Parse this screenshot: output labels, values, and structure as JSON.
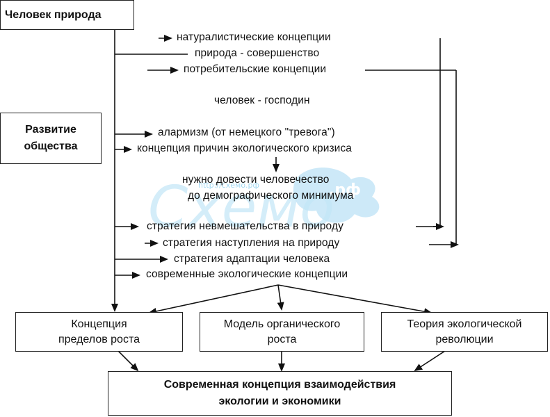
{
  "boxes": {
    "human_nature": "Человек природа",
    "society_line1": "Развитие",
    "society_line2": "общества",
    "limits_line1": "Концепция",
    "limits_line2": "пределов роста",
    "organic_line1": "Модель органического",
    "organic_line2": "роста",
    "revolution_line1": "Теория экологической",
    "revolution_line2": "революции",
    "modern_line1": "Современная концепция взаимодействия",
    "modern_line2": "экологии и экономики"
  },
  "labels": {
    "naturalistic": "натуралистические концепции",
    "perfection": "природа - совершенство",
    "consumer": "потребительские концепции",
    "master": "человек - господин",
    "alarmism": "алармизм (от немецкого \"тревога\")",
    "crisis_causes": "концепция причин экологического кризиса",
    "demographic_line1": "нужно довести человечество",
    "demographic_line2": "до демографического минимума",
    "non_interference": "стратегия невмешательства в природу",
    "offensive": "стратегия наступления на природу",
    "adaptation": "стратегия адаптации человека",
    "modern_concepts": "современные экологические концепции"
  },
  "watermark": {
    "text": "Схемо.рф",
    "url": "http://схемо.рф",
    "color": "#5ab8e8"
  }
}
